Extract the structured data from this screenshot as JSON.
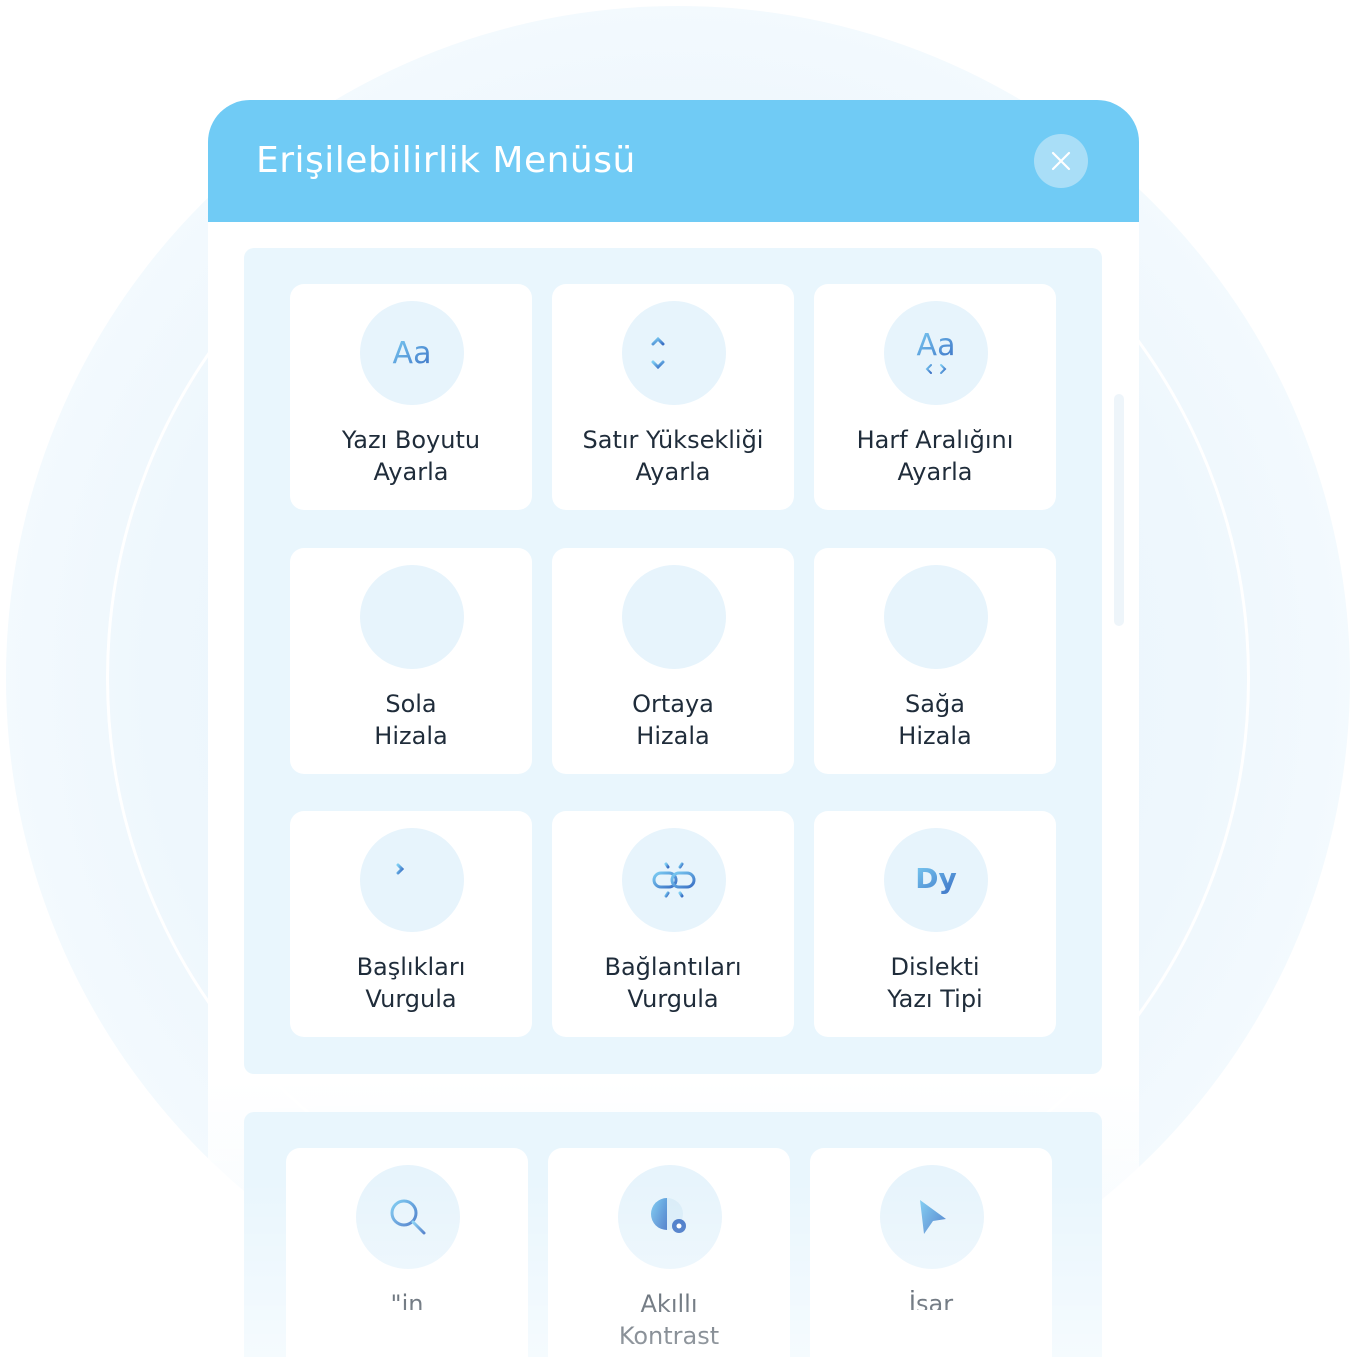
{
  "header": {
    "title": "Erişilebilirlik Menüsü",
    "close_icon": "close-icon"
  },
  "colors": {
    "header_bg": "#70cbf5",
    "section_bg": "#e9f6fd",
    "icon_gradient_start": "#7ccdf3",
    "icon_gradient_end": "#3a6fc4",
    "text": "#1f2c3a"
  },
  "features": [
    {
      "icon": "font-size-icon",
      "line1": "Yazı Boyutu",
      "line2": "Ayarla",
      "glyph": "Aa"
    },
    {
      "icon": "line-height-icon",
      "line1": "Satır Yüksekliği",
      "line2": "Ayarla"
    },
    {
      "icon": "letter-spacing-icon",
      "line1": "Harf Aralığını",
      "line2": "Ayarla",
      "glyph": "Aa"
    },
    {
      "icon": "align-left-icon",
      "line1": "Sola",
      "line2": "Hizala"
    },
    {
      "icon": "align-center-icon",
      "line1": "Ortaya",
      "line2": "Hizala"
    },
    {
      "icon": "align-right-icon",
      "line1": "Sağa",
      "line2": "Hizala"
    },
    {
      "icon": "highlight-headings-icon",
      "line1": "Başlıkları",
      "line2": "Vurgula"
    },
    {
      "icon": "highlight-links-icon",
      "line1": "Bağlantıları",
      "line2": "Vurgula"
    },
    {
      "icon": "dyslexia-font-icon",
      "line1": "Dislekti",
      "line2": "Yazı Tipi",
      "glyph": "Dy"
    }
  ],
  "features_partial": [
    {
      "icon": "zoom-icon",
      "line1": "\"in",
      "line2": ""
    },
    {
      "icon": "smart-contrast-icon",
      "line1": "Akıllı",
      "line2": "Kontrast"
    },
    {
      "icon": "cursor-icon",
      "line1": "İsar",
      "line2": ""
    }
  ]
}
